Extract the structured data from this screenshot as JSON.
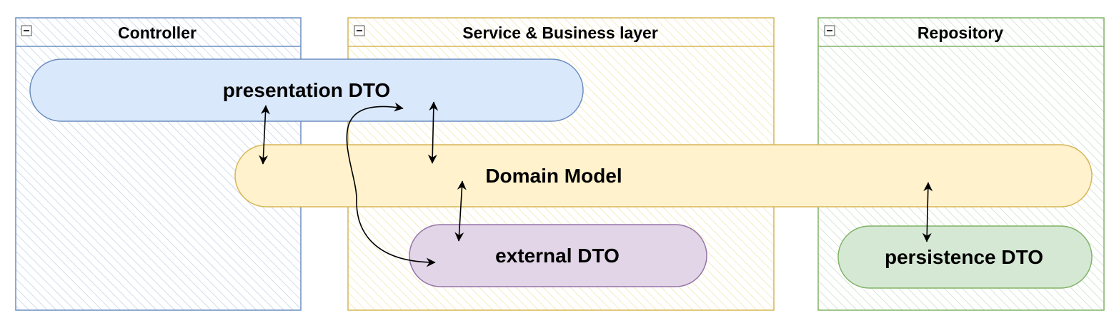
{
  "diagram": {
    "lanes": {
      "controller": {
        "title": "Controller"
      },
      "service": {
        "title": "Service & Business layer"
      },
      "repository": {
        "title": "Repository"
      }
    },
    "nodes": {
      "presentation_dto": {
        "label": "presentation DTO"
      },
      "domain_model": {
        "label": "Domain Model"
      },
      "external_dto": {
        "label": "external DTO"
      },
      "persistence_dto": {
        "label": "persistence DTO"
      }
    },
    "colors": {
      "controller_stroke": "#6c8ebf",
      "controller_hatch": "#dae8fc",
      "service_stroke": "#d6b656",
      "service_hatch": "#fff2cc",
      "repository_stroke": "#82b366",
      "repository_hatch": "#d5e8d4",
      "presentation_fill": "#dae8fc",
      "presentation_stroke": "#6c8ebf",
      "domain_fill": "#fff2cc",
      "domain_stroke": "#d6b656",
      "external_fill": "#e1d5e7",
      "external_stroke": "#9673a6",
      "persistence_fill": "#d5e8d4",
      "persistence_stroke": "#82b366",
      "arrow": "#000000"
    },
    "icons": {
      "lane_toggle": "collapse-minus-icon",
      "connector_head": "arrowhead-icon"
    }
  }
}
